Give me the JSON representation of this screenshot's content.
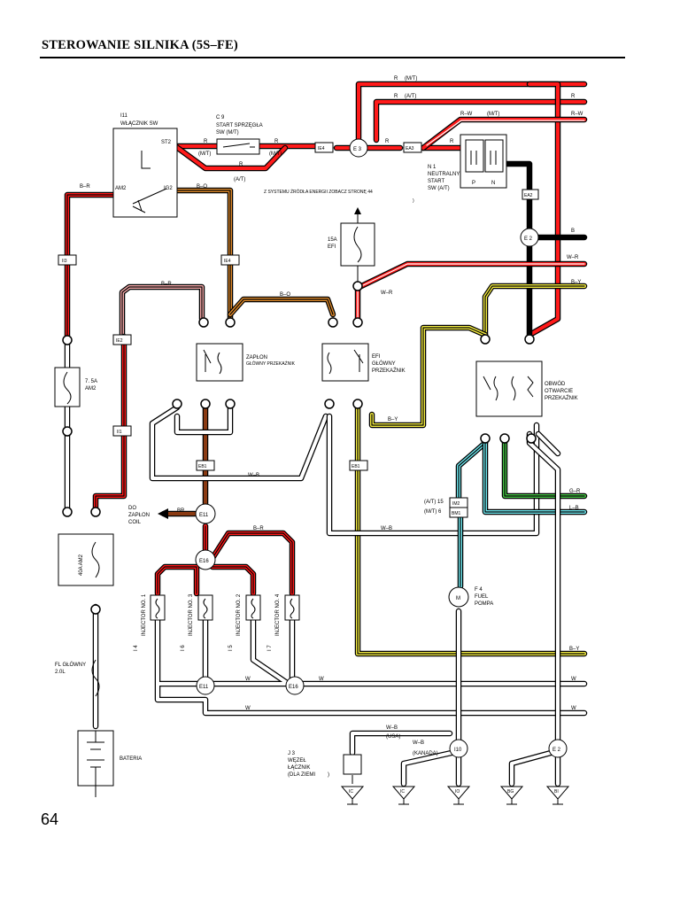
{
  "header": {
    "title": "STEROWANIE SILNIKA (5S–FE)"
  },
  "page_number": "64",
  "colors": {
    "red": "#ff1a1a",
    "black": "#000000",
    "white": "#ffffff",
    "orange": "#e08a2a",
    "brown": "#8a3a12",
    "yellow": "#f2ea40",
    "cyan": "#6ee6ee",
    "green": "#44c244",
    "pink": "#f4a8a8",
    "gray": "#8c8c8c"
  },
  "components": {
    "ignition_sw": {
      "ref": "I11",
      "name": "WŁĄCZNIK SW",
      "st2": "ST2",
      "am2": "AM2",
      "ig2": "IG2"
    },
    "start_clutch": {
      "ref": "C 9",
      "name1": "START SPRZĘGŁA",
      "name2": "SW (M/T)"
    },
    "neutral_start": {
      "ref": "N 1",
      "name1": "NEUTRALNY",
      "name2": "START",
      "name3": "SW (A/T)",
      "p": "P",
      "n": "N"
    },
    "efi_fuse": {
      "rating": "15A",
      "name": "EFI"
    },
    "am2_fuse": {
      "rating": "7. 5A",
      "name": "AM2"
    },
    "am2_fl": {
      "rating": "40A AM2"
    },
    "fl_main": {
      "name": "FL GŁÓWNY",
      "rating": "2.0L"
    },
    "battery": {
      "name": "BATERIA"
    },
    "ignition_relay": {
      "name1": "ZAPŁON",
      "name2": "GŁÓWNY PRZEKAŹNIK"
    },
    "efi_relay": {
      "name1": "EFI",
      "name2": "GŁÓWNY",
      "name3": "PRZEKAŹNIK"
    },
    "circuit_opening": {
      "name1": "OBWÓD",
      "name2": "OTWARCIE",
      "name3": "PRZEKAŹNIK"
    },
    "fuel_pump": {
      "ref": "F 4",
      "name1": "FUEL",
      "name2": "POMPA",
      "symbol": "M"
    },
    "junction": {
      "ref": "J 3",
      "name1": "WĘZEŁ",
      "name2": "ŁĄCZNIK",
      "name3": "(DLA ZIEMI",
      "close": ")"
    },
    "to_coil": {
      "line1": "DO",
      "line2": "ZAPŁON",
      "line3": "COIL"
    },
    "injectors": [
      {
        "ref": "I 4",
        "name": "INJECTOR NO. 1"
      },
      {
        "ref": "I 6",
        "name": "INJECTOR NO. 3"
      },
      {
        "ref": "I 5",
        "name": "INJECTOR NO. 2"
      },
      {
        "ref": "I 7",
        "name": "INJECTOR NO. 4"
      }
    ],
    "power_source_note": "Z SYSTEMU ŹRÓDŁA ENERGII ZOBACZ STRONĘ 44",
    "note_close": ")"
  },
  "connectors": {
    "E3": "E 3",
    "IE4": "IE4",
    "EA3": "EA3",
    "EA2": "EA2",
    "E2": "E 2",
    "II3": "II3",
    "IE2": "IE2",
    "II1": "II1",
    "EB1": "EB1",
    "E11": "E11",
    "E16": "E16",
    "IM2": "IM2",
    "BM1": "BM1",
    "I10": "I10",
    "E2b": "E 2"
  },
  "grounds": [
    "IC",
    "IC",
    "IO",
    "BG",
    "BI"
  ],
  "wire_labels": {
    "R": "R",
    "RMT": "(M/T)",
    "RAT": "(A/T)",
    "RW": "R–W",
    "B": "B",
    "WR": "W–R",
    "BY": "B–Y",
    "BR": "B–R",
    "BO": "B–O",
    "W": "W",
    "WB": "W–B",
    "BRn": "BR",
    "LB": "L–B",
    "GR": "G–R",
    "USA": "(USA)",
    "KANADA": "(KANADA)",
    "AT15": "(A/T) 15",
    "MT6": "(M/T)  6"
  }
}
